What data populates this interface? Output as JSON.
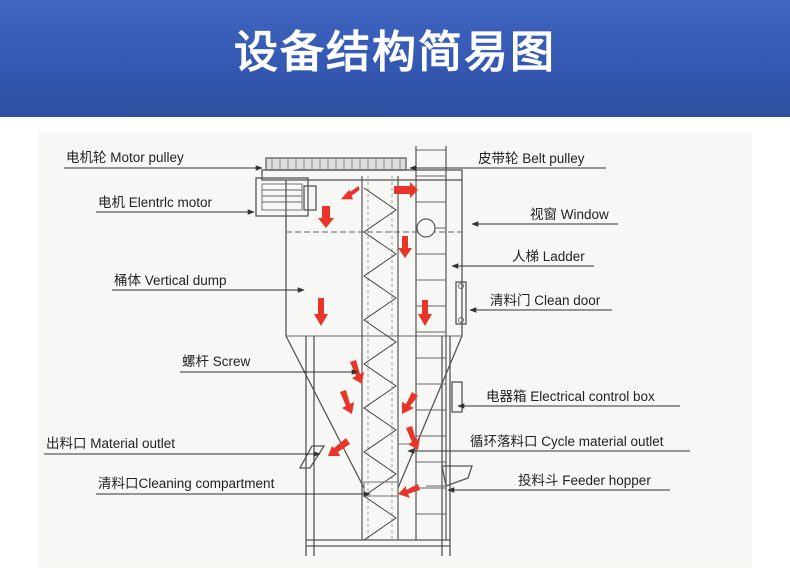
{
  "header": {
    "title": "设备结构简易图"
  },
  "labels": {
    "motor_pulley": "电机轮 Motor pulley",
    "motor": "电机 Elentrlc motor",
    "vertical_dump": "桶体 Vertical dump",
    "screw": "螺杆 Screw",
    "material_outlet": "出料口 Material outlet",
    "cleaning_compartment": "清料口Cleaning compartment",
    "belt_pulley": "皮带轮 Belt pulley",
    "window": "视窗 Window",
    "ladder": "人梯 Ladder",
    "clean_door": "清料门 Clean door",
    "control_box": "电器箱 Electrical control box",
    "cycle_outlet": "循环落料口 Cycle material outlet",
    "feeder_hopper": "投料斗 Feeder hopper"
  },
  "colors": {
    "banner": "#3558b3",
    "flow_arrow": "#e8352a",
    "line": "#555555"
  }
}
